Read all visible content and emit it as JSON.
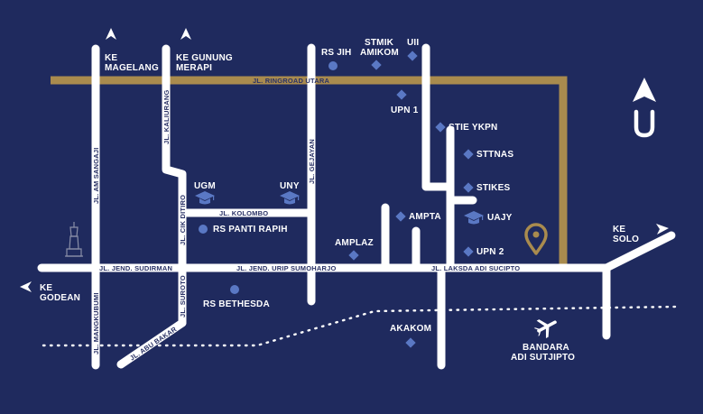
{
  "colors": {
    "background": "#1f2a5e",
    "road": "#ffffff",
    "ringroad": "#a98b4e",
    "marker": "#5a78c4",
    "text": "#ffffff",
    "road_text": "#2a3266",
    "pin": "#a98b4e"
  },
  "roads": {
    "ringroad": "JL. RINGROAD UTARA",
    "am_sangaji": "JL. AM SANGAJI",
    "mangkubumi": "JL. MANGKUBUMI",
    "kaliurang": "JL. KALIURANG",
    "cik_ditiro": "JL. CIK DITIRO",
    "suroto": "JL. SUROTO",
    "abu_bakar": "JL. ABU BAKAR",
    "kolombo": "JL. KOLOMBO",
    "gejayan": "JL. GEJAYAN",
    "sudirman": "JL. JEND. SUDIRMAN",
    "urip": "JL. JEND. URIP SUMOHARJO",
    "adisucipto": "JL. LAKSDA ADI SUCIPTO"
  },
  "directions": {
    "magelang": [
      "KE",
      "MAGELANG"
    ],
    "gunung_merapi": [
      "KE GUNUNG",
      "MERAPI"
    ],
    "godean": [
      "KE",
      "GODEAN"
    ],
    "solo": [
      "KE",
      "SOLO"
    ]
  },
  "places": {
    "rs_jih": "RS JIH",
    "stmik_amikom": [
      "STMIK",
      "AMIKOM"
    ],
    "uii": "UII",
    "upn1": "UPN 1",
    "stie_ykpn": "STIE YKPN",
    "sttnas": "STTNAS",
    "stikes": "STIKES",
    "ugm": "UGM",
    "uny": "UNY",
    "ampta": "AMPTA",
    "uajy": "UAJY",
    "rs_panti_rapih": "RS PANTI RAPIH",
    "amplaz": "AMPLAZ",
    "upn2": "UPN 2",
    "rs_bethesda": "RS BETHESDA",
    "akakom": "AKAKOM",
    "bandara": [
      "BANDARA",
      "ADI SUTJIPTO"
    ]
  },
  "icons": {
    "compass": "north-arrow-icon",
    "tugu": "tugu-monument-icon",
    "campus": "graduation-cap-icon",
    "hospital": "circle-marker-icon",
    "school": "diamond-marker-icon",
    "airport": "airplane-icon",
    "location": "location-pin-icon"
  }
}
